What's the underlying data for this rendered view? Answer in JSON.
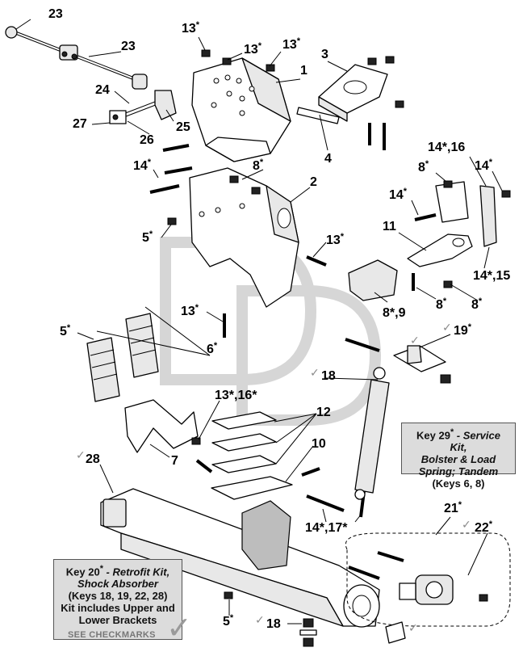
{
  "diagram": {
    "callouts": [
      {
        "id": "c23a",
        "key": "23",
        "mark": ""
      },
      {
        "id": "c23b",
        "key": "23",
        "mark": ""
      },
      {
        "id": "c24",
        "key": "24",
        "mark": ""
      },
      {
        "id": "c27",
        "key": "27",
        "mark": ""
      },
      {
        "id": "c26",
        "key": "26",
        "mark": ""
      },
      {
        "id": "c25",
        "key": "25",
        "mark": ""
      },
      {
        "id": "c13a",
        "key": "13",
        "mark": "*"
      },
      {
        "id": "c13b",
        "key": "13",
        "mark": "*"
      },
      {
        "id": "c13c",
        "key": "13",
        "mark": "*"
      },
      {
        "id": "c1",
        "key": "1",
        "mark": ""
      },
      {
        "id": "c3",
        "key": "3",
        "mark": ""
      },
      {
        "id": "c4",
        "key": "4",
        "mark": ""
      },
      {
        "id": "c14a",
        "key": "14",
        "mark": "*"
      },
      {
        "id": "c8a",
        "key": "8",
        "mark": "*"
      },
      {
        "id": "c2",
        "key": "2",
        "mark": ""
      },
      {
        "id": "c5a",
        "key": "5",
        "mark": "*"
      },
      {
        "id": "c13d",
        "key": "13",
        "mark": "*"
      },
      {
        "id": "c13e",
        "key": "13",
        "mark": "*"
      },
      {
        "id": "c14-16",
        "key": "14*,16",
        "mark": ""
      },
      {
        "id": "c8b",
        "key": "8",
        "mark": "*"
      },
      {
        "id": "c14b",
        "key": "14",
        "mark": "*"
      },
      {
        "id": "c14c",
        "key": "14",
        "mark": "*"
      },
      {
        "id": "c11",
        "key": "11",
        "mark": ""
      },
      {
        "id": "c14-15",
        "key": "14*,15",
        "mark": ""
      },
      {
        "id": "c8c",
        "key": "8",
        "mark": "*"
      },
      {
        "id": "c8d",
        "key": "8",
        "mark": "*"
      },
      {
        "id": "c8-9",
        "key": "8*,9",
        "mark": ""
      },
      {
        "id": "c5b",
        "key": "5",
        "mark": "*"
      },
      {
        "id": "c6",
        "key": "6",
        "mark": "*"
      },
      {
        "id": "c19",
        "key": "19",
        "mark": "*"
      },
      {
        "id": "c18a",
        "key": "18",
        "mark": ""
      },
      {
        "id": "c13-16",
        "key": "13*,16*",
        "mark": ""
      },
      {
        "id": "c12",
        "key": "12",
        "mark": ""
      },
      {
        "id": "c7",
        "key": "7",
        "mark": ""
      },
      {
        "id": "c10",
        "key": "10",
        "mark": ""
      },
      {
        "id": "c28",
        "key": "28",
        "mark": ""
      },
      {
        "id": "c14-17",
        "key": "14*,17*",
        "mark": ""
      },
      {
        "id": "c21",
        "key": "21",
        "mark": "*"
      },
      {
        "id": "c22",
        "key": "22",
        "mark": "*"
      },
      {
        "id": "c5c",
        "key": "5",
        "mark": "*"
      },
      {
        "id": "c18b",
        "key": "18",
        "mark": ""
      }
    ],
    "kit_note_29": {
      "line1_key": "Key 29",
      "line1_star": "*",
      "line1_rest": " - Service Kit,",
      "line2": "Bolster & Load",
      "line3": "Spring; Tandem",
      "line4": "(Keys 6, 8)"
    },
    "kit_note_20": {
      "line1_key": "Key 20",
      "line1_star": "*",
      "line1_rest": " - Retrofit Kit,",
      "line2": "Shock Absorber",
      "line3": "(Keys 18, 19, 22, 28)",
      "line4": "Kit includes Upper and",
      "line5": "Lower Brackets",
      "footer": "SEE CHECKMARKS"
    },
    "checkmark_glyph": "✓",
    "colors": {
      "line": "#000000",
      "shade": "#bdbdbd",
      "watermark": "#d6d6d6",
      "note_bg": "#dcdcdc",
      "check": "#8a8a8a"
    }
  }
}
